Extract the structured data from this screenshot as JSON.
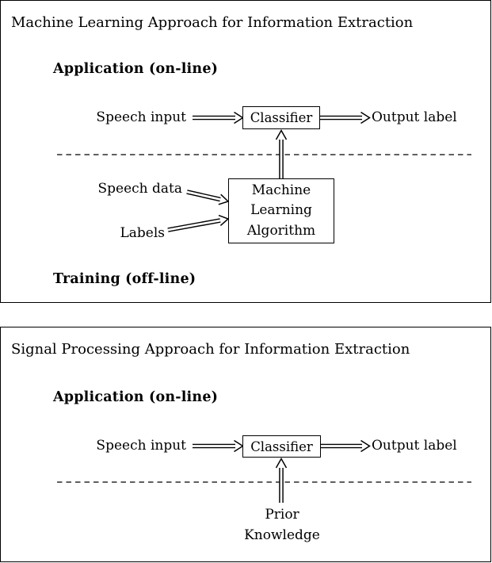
{
  "colors": {
    "ink": "#000000",
    "background": "#ffffff"
  },
  "panels": [
    {
      "title": "Machine Learning Approach for Information Extraction",
      "application_heading": "Application (on-line)",
      "speech_input_label": "Speech input",
      "classifier_label": "Classifier",
      "output_label": "Output label",
      "speech_data_label": "Speech data",
      "labels_label": "Labels",
      "ml_box_lines": [
        "Machine",
        "Learning",
        "Algorithm"
      ],
      "training_heading": "Training (off-line)"
    },
    {
      "title": "Signal Processing Approach for Information Extraction",
      "application_heading": "Application (on-line)",
      "speech_input_label": "Speech input",
      "classifier_label": "Classifier",
      "output_label": "Output label",
      "prior_lines": [
        "Prior",
        "Knowledge"
      ]
    }
  ]
}
